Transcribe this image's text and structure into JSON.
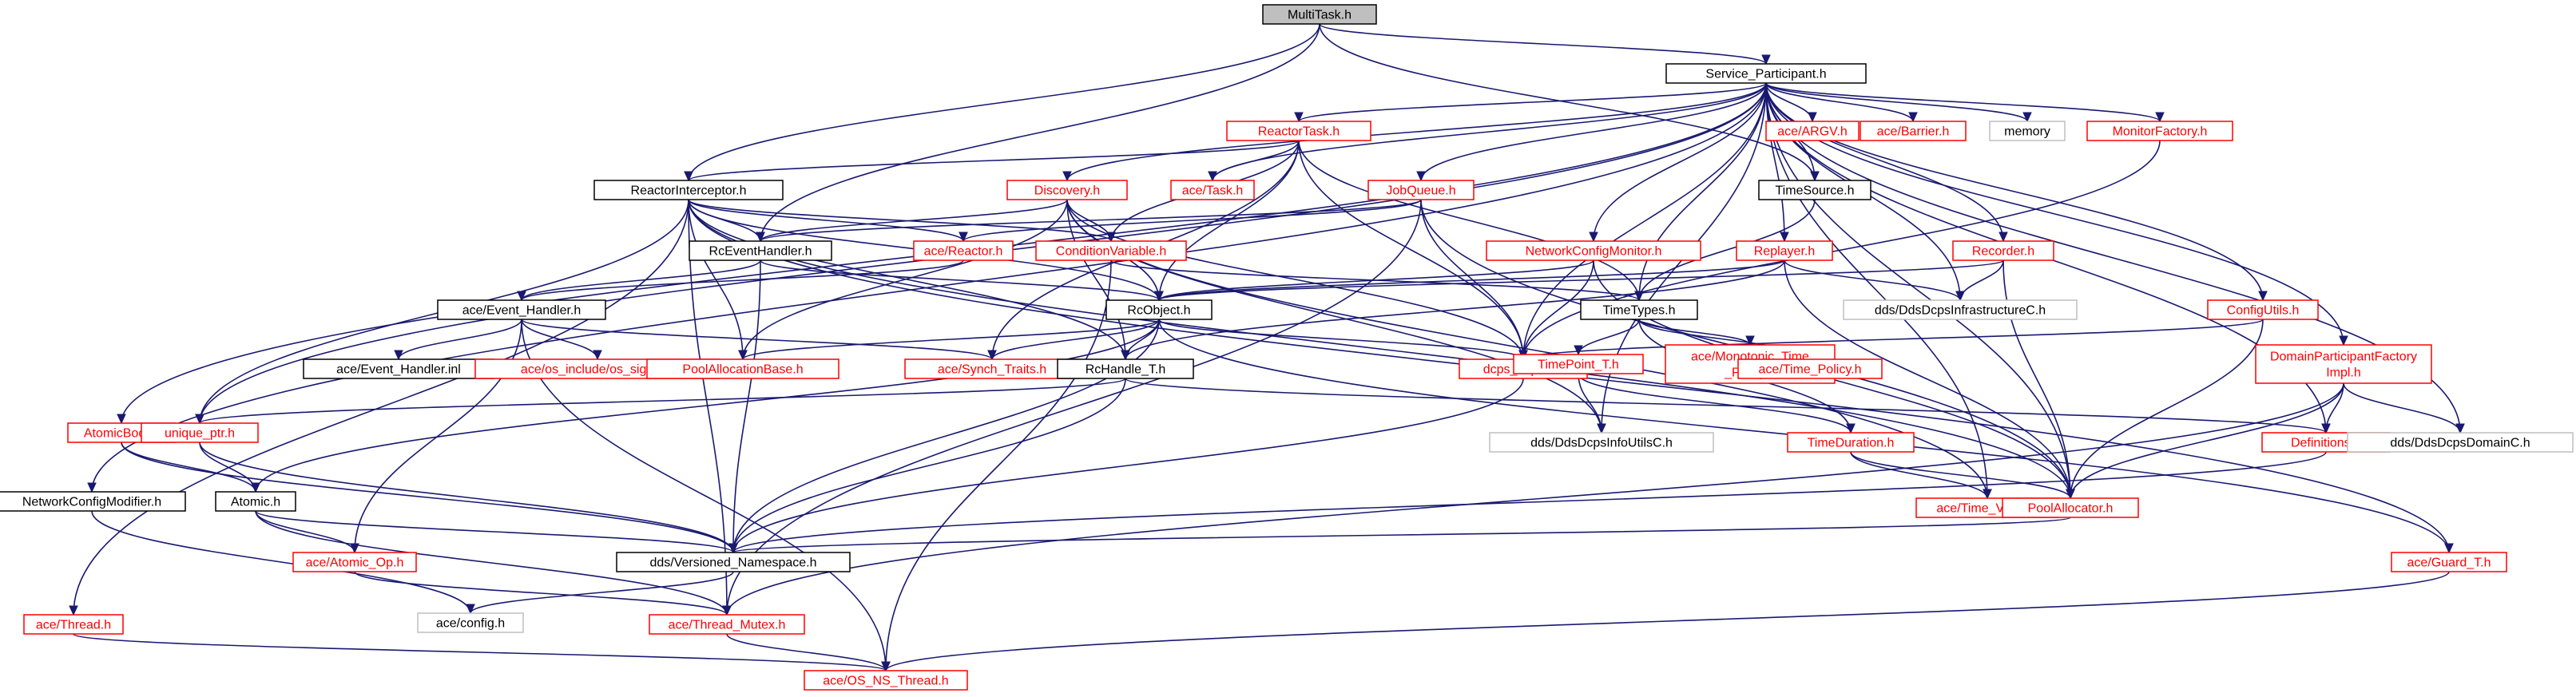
{
  "graph": {
    "nodes": {
      "MultiTask": {
        "label": [
          "MultiTask.h"
        ],
        "kind": "root"
      },
      "ServiceParticipant": {
        "label": [
          "Service_Participant.h"
        ],
        "kind": "normal"
      },
      "ReactorTask": {
        "label": [
          "ReactorTask.h"
        ],
        "kind": "missing"
      },
      "aceARGV": {
        "label": [
          "ace/ARGV.h"
        ],
        "kind": "missing"
      },
      "aceBarrier": {
        "label": [
          "ace/Barrier.h"
        ],
        "kind": "missing"
      },
      "memory": {
        "label": [
          "memory"
        ],
        "kind": "nodoc"
      },
      "MonitorFactory": {
        "label": [
          "MonitorFactory.h"
        ],
        "kind": "missing"
      },
      "ReactorInterceptor": {
        "label": [
          "ReactorInterceptor.h"
        ],
        "kind": "normal"
      },
      "Discovery": {
        "label": [
          "Discovery.h"
        ],
        "kind": "missing"
      },
      "aceTask": {
        "label": [
          "ace/Task.h"
        ],
        "kind": "missing"
      },
      "JobQueue": {
        "label": [
          "JobQueue.h"
        ],
        "kind": "missing"
      },
      "TimeSource": {
        "label": [
          "TimeSource.h"
        ],
        "kind": "normal"
      },
      "RcEventHandler": {
        "label": [
          "RcEventHandler.h"
        ],
        "kind": "normal"
      },
      "aceReactor": {
        "label": [
          "ace/Reactor.h"
        ],
        "kind": "missing"
      },
      "ConditionVariable": {
        "label": [
          "ConditionVariable.h"
        ],
        "kind": "missing"
      },
      "NetworkConfigMonitor": {
        "label": [
          "NetworkConfigMonitor.h"
        ],
        "kind": "missing"
      },
      "Replayer": {
        "label": [
          "Replayer.h"
        ],
        "kind": "missing"
      },
      "Recorder": {
        "label": [
          "Recorder.h"
        ],
        "kind": "missing"
      },
      "DdsDcpsInfrastructureC": {
        "label": [
          "dds/DdsDcpsInfrastructureC.h"
        ],
        "kind": "nodoc"
      },
      "ConfigUtils": {
        "label": [
          "ConfigUtils.h"
        ],
        "kind": "missing"
      },
      "aceEventHandler": {
        "label": [
          "ace/Event_Handler.h"
        ],
        "kind": "normal"
      },
      "RcObject": {
        "label": [
          "RcObject.h"
        ],
        "kind": "normal"
      },
      "TimeTypes": {
        "label": [
          "TimeTypes.h"
        ],
        "kind": "normal"
      },
      "DomainParticipantFactoryImpl": {
        "label": [
          "DomainParticipantFactory",
          "Impl.h"
        ],
        "kind": "missing"
      },
      "aceEventHandlerInl": {
        "label": [
          "ace/Event_Handler.inl"
        ],
        "kind": "normal"
      },
      "aceOsSignal": {
        "label": [
          "ace/os_include/os_signal.h"
        ],
        "kind": "missing"
      },
      "PoolAllocationBase": {
        "label": [
          "PoolAllocationBase.h"
        ],
        "kind": "missing"
      },
      "aceSynchTraits": {
        "label": [
          "ace/Synch_Traits.h"
        ],
        "kind": "missing"
      },
      "RcHandleT": {
        "label": [
          "RcHandle_T.h"
        ],
        "kind": "normal"
      },
      "dcpsExport": {
        "label": [
          "dcps_export.h"
        ],
        "kind": "missing"
      },
      "TimePointT": {
        "label": [
          "TimePoint_T.h"
        ],
        "kind": "missing"
      },
      "aceMonotonicTimePolicy": {
        "label": [
          "ace/Monotonic_Time",
          "_Policy.h"
        ],
        "kind": "missing"
      },
      "aceTimePolicy": {
        "label": [
          "ace/Time_Policy.h"
        ],
        "kind": "missing"
      },
      "AtomicBool": {
        "label": [
          "AtomicBool.h"
        ],
        "kind": "missing"
      },
      "uniquePtr": {
        "label": [
          "unique_ptr.h"
        ],
        "kind": "missing"
      },
      "DdsDcpsInfoUtilsC": {
        "label": [
          "dds/DdsDcpsInfoUtilsC.h"
        ],
        "kind": "nodoc"
      },
      "TimeDuration": {
        "label": [
          "TimeDuration.h"
        ],
        "kind": "missing"
      },
      "Definitions": {
        "label": [
          "Definitions.h"
        ],
        "kind": "missing"
      },
      "DdsDcpsDomainC": {
        "label": [
          "dds/DdsDcpsDomainC.h"
        ],
        "kind": "nodoc"
      },
      "NetworkConfigModifier": {
        "label": [
          "NetworkConfigModifier.h"
        ],
        "kind": "normal"
      },
      "Atomic": {
        "label": [
          "Atomic.h"
        ],
        "kind": "normal"
      },
      "aceTimeValue": {
        "label": [
          "ace/Time_Value.h"
        ],
        "kind": "missing"
      },
      "PoolAllocator": {
        "label": [
          "PoolAllocator.h"
        ],
        "kind": "missing"
      },
      "aceAtomicOp": {
        "label": [
          "ace/Atomic_Op.h"
        ],
        "kind": "missing"
      },
      "VersionedNamespace": {
        "label": [
          "dds/Versioned_Namespace.h"
        ],
        "kind": "normal"
      },
      "aceGuardT": {
        "label": [
          "ace/Guard_T.h"
        ],
        "kind": "missing"
      },
      "aceThread": {
        "label": [
          "ace/Thread.h"
        ],
        "kind": "missing"
      },
      "aceConfig": {
        "label": [
          "ace/config.h"
        ],
        "kind": "nodoc"
      },
      "aceThreadMutex": {
        "label": [
          "ace/Thread_Mutex.h"
        ],
        "kind": "missing"
      },
      "aceOsNsThread": {
        "label": [
          "ace/OS_NS_Thread.h"
        ],
        "kind": "missing"
      }
    },
    "edges": [
      [
        "MultiTask",
        "ServiceParticipant"
      ],
      [
        "MultiTask",
        "ReactorInterceptor"
      ],
      [
        "MultiTask",
        "RcEventHandler"
      ],
      [
        "MultiTask",
        "TimeSource"
      ],
      [
        "ServiceParticipant",
        "ReactorTask"
      ],
      [
        "ServiceParticipant",
        "aceARGV"
      ],
      [
        "ServiceParticipant",
        "aceBarrier"
      ],
      [
        "ServiceParticipant",
        "memory"
      ],
      [
        "ServiceParticipant",
        "MonitorFactory"
      ],
      [
        "ServiceParticipant",
        "Discovery"
      ],
      [
        "ServiceParticipant",
        "aceTask"
      ],
      [
        "ServiceParticipant",
        "JobQueue"
      ],
      [
        "ServiceParticipant",
        "TimeSource"
      ],
      [
        "ServiceParticipant",
        "NetworkConfigMonitor"
      ],
      [
        "ServiceParticipant",
        "Replayer"
      ],
      [
        "ServiceParticipant",
        "Recorder"
      ],
      [
        "ServiceParticipant",
        "DdsDcpsInfrastructureC"
      ],
      [
        "ServiceParticipant",
        "ConfigUtils"
      ],
      [
        "ServiceParticipant",
        "DomainParticipantFactoryImpl"
      ],
      [
        "ServiceParticipant",
        "DdsDcpsDomainC"
      ],
      [
        "ServiceParticipant",
        "Definitions"
      ],
      [
        "ServiceParticipant",
        "PoolAllocator"
      ],
      [
        "ServiceParticipant",
        "aceTimeValue"
      ],
      [
        "ServiceParticipant",
        "DdsDcpsInfoUtilsC"
      ],
      [
        "ServiceParticipant",
        "TimeTypes"
      ],
      [
        "ServiceParticipant",
        "dcpsExport"
      ],
      [
        "ServiceParticipant",
        "AtomicBool"
      ],
      [
        "ServiceParticipant",
        "uniquePtr"
      ],
      [
        "ServiceParticipant",
        "NetworkConfigModifier"
      ],
      [
        "ReactorTask",
        "ReactorInterceptor"
      ],
      [
        "ReactorTask",
        "aceTask"
      ],
      [
        "ReactorTask",
        "ConditionVariable"
      ],
      [
        "ReactorTask",
        "RcObject"
      ],
      [
        "ReactorTask",
        "TimeTypes"
      ],
      [
        "ReactorTask",
        "dcpsExport"
      ],
      [
        "ReactorTask",
        "aceSynchTraits"
      ],
      [
        "MonitorFactory",
        "dcpsExport"
      ],
      [
        "ReactorInterceptor",
        "RcEventHandler"
      ],
      [
        "ReactorInterceptor",
        "aceReactor"
      ],
      [
        "ReactorInterceptor",
        "ConditionVariable"
      ],
      [
        "ReactorInterceptor",
        "RcObject"
      ],
      [
        "ReactorInterceptor",
        "PoolAllocationBase"
      ],
      [
        "ReactorInterceptor",
        "RcHandleT"
      ],
      [
        "ReactorInterceptor",
        "uniquePtr"
      ],
      [
        "ReactorInterceptor",
        "PoolAllocator"
      ],
      [
        "ReactorInterceptor",
        "aceThreadMutex"
      ],
      [
        "ReactorInterceptor",
        "aceThread"
      ],
      [
        "ReactorInterceptor",
        "aceGuardT"
      ],
      [
        "Discovery",
        "RcEventHandler"
      ],
      [
        "Discovery",
        "ConditionVariable"
      ],
      [
        "Discovery",
        "RcObject"
      ],
      [
        "Discovery",
        "RcHandleT"
      ],
      [
        "Discovery",
        "PoolAllocationBase"
      ],
      [
        "Discovery",
        "DdsDcpsInfoUtilsC"
      ],
      [
        "Discovery",
        "aceTimeValue"
      ],
      [
        "Discovery",
        "dcpsExport"
      ],
      [
        "JobQueue",
        "RcEventHandler"
      ],
      [
        "JobQueue",
        "aceReactor"
      ],
      [
        "JobQueue",
        "dcpsExport"
      ],
      [
        "JobQueue",
        "aceThreadMutex"
      ],
      [
        "JobQueue",
        "PoolAllocator"
      ],
      [
        "TimeSource",
        "TimeTypes"
      ],
      [
        "RcEventHandler",
        "aceEventHandler"
      ],
      [
        "RcEventHandler",
        "RcObject"
      ],
      [
        "RcEventHandler",
        "VersionedNamespace"
      ],
      [
        "aceReactor",
        "aceEventHandler"
      ],
      [
        "ConditionVariable",
        "TimeTypes"
      ],
      [
        "ConditionVariable",
        "aceOsNsThread"
      ],
      [
        "NetworkConfigMonitor",
        "RcObject"
      ],
      [
        "NetworkConfigMonitor",
        "dcpsExport"
      ],
      [
        "NetworkConfigMonitor",
        "PoolAllocator"
      ],
      [
        "Replayer",
        "RcObject"
      ],
      [
        "Replayer",
        "DdsDcpsInfrastructureC"
      ],
      [
        "Replayer",
        "RcHandleT"
      ],
      [
        "Replayer",
        "PoolAllocator"
      ],
      [
        "Recorder",
        "DdsDcpsInfrastructureC"
      ],
      [
        "Recorder",
        "RcObject"
      ],
      [
        "Recorder",
        "PoolAllocator"
      ],
      [
        "ConfigUtils",
        "dcpsExport"
      ],
      [
        "ConfigUtils",
        "PoolAllocator"
      ],
      [
        "aceEventHandler",
        "aceEventHandlerInl"
      ],
      [
        "aceEventHandler",
        "aceOsSignal"
      ],
      [
        "aceEventHandler",
        "aceAtomicOp"
      ],
      [
        "aceEventHandler",
        "aceSynchTraits"
      ],
      [
        "aceEventHandler",
        "aceOsNsThread"
      ],
      [
        "RcObject",
        "PoolAllocationBase"
      ],
      [
        "RcObject",
        "aceSynchTraits"
      ],
      [
        "RcObject",
        "RcHandleT"
      ],
      [
        "RcObject",
        "dcpsExport"
      ],
      [
        "RcObject",
        "Atomic"
      ],
      [
        "RcObject",
        "VersionedNamespace"
      ],
      [
        "RcObject",
        "aceGuardT"
      ],
      [
        "TimeTypes",
        "TimePointT"
      ],
      [
        "TimeTypes",
        "aceMonotonicTimePolicy"
      ],
      [
        "TimeTypes",
        "aceTimePolicy"
      ],
      [
        "TimeTypes",
        "TimeDuration"
      ],
      [
        "DomainParticipantFactoryImpl",
        "Definitions"
      ],
      [
        "DomainParticipantFactoryImpl",
        "DdsDcpsDomainC"
      ],
      [
        "DomainParticipantFactoryImpl",
        "PoolAllocator"
      ],
      [
        "DomainParticipantFactoryImpl",
        "aceThreadMutex"
      ],
      [
        "RcHandleT",
        "uniquePtr"
      ],
      [
        "RcHandleT",
        "VersionedNamespace"
      ],
      [
        "RcHandleT",
        "Definitions"
      ],
      [
        "dcpsExport",
        "VersionedNamespace"
      ],
      [
        "TimePointT",
        "DdsDcpsInfoUtilsC"
      ],
      [
        "TimePointT",
        "TimeDuration"
      ],
      [
        "AtomicBool",
        "Atomic"
      ],
      [
        "AtomicBool",
        "VersionedNamespace"
      ],
      [
        "uniquePtr",
        "Atomic"
      ],
      [
        "uniquePtr",
        "VersionedNamespace"
      ],
      [
        "TimeDuration",
        "aceTimeValue"
      ],
      [
        "TimeDuration",
        "PoolAllocator"
      ],
      [
        "Definitions",
        "VersionedNamespace"
      ],
      [
        "NetworkConfigModifier",
        "aceConfig"
      ],
      [
        "Atomic",
        "aceAtomicOp"
      ],
      [
        "Atomic",
        "VersionedNamespace"
      ],
      [
        "Atomic",
        "aceThreadMutex"
      ],
      [
        "PoolAllocator",
        "VersionedNamespace"
      ],
      [
        "aceAtomicOp",
        "aceThreadMutex"
      ],
      [
        "VersionedNamespace",
        "aceConfig"
      ],
      [
        "aceGuardT",
        "aceOsNsThread"
      ],
      [
        "aceThread",
        "aceOsNsThread"
      ],
      [
        "aceThreadMutex",
        "aceOsNsThread"
      ]
    ]
  }
}
